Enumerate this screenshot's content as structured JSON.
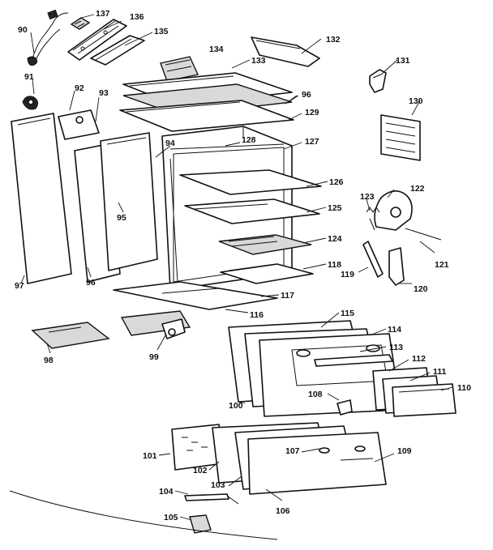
{
  "callouts": {
    "c90": "90",
    "c91": "91",
    "c92": "92",
    "c93": "93",
    "c94": "94",
    "c95": "95",
    "c96a": "96",
    "c96b": "96",
    "c97": "97",
    "c98": "98",
    "c99": "99",
    "c100": "100",
    "c101": "101",
    "c102": "102",
    "c103": "103",
    "c104": "104",
    "c105": "105",
    "c106": "106",
    "c107": "107",
    "c108": "108",
    "c109": "109",
    "c110": "110",
    "c111": "111",
    "c112": "112",
    "c113": "113",
    "c114": "114",
    "c115": "115",
    "c116": "116",
    "c117": "117",
    "c118": "118",
    "c119": "119",
    "c120": "120",
    "c121": "121",
    "c122": "122",
    "c123": "123",
    "c124": "124",
    "c125": "125",
    "c126": "126",
    "c127": "127",
    "c128": "128",
    "c129": "129",
    "c130": "130",
    "c131": "131",
    "c132": "132",
    "c133": "133",
    "c134": "134",
    "c135": "135",
    "c136": "136",
    "c137": "137"
  }
}
